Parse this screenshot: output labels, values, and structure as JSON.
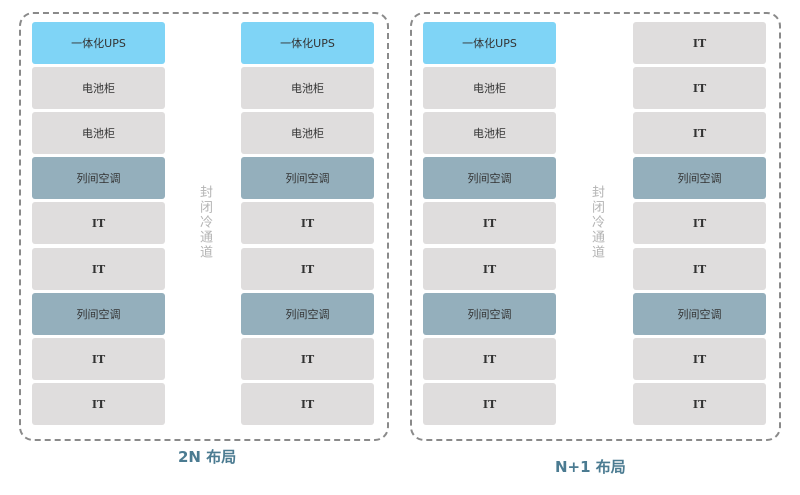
{
  "layouts": [
    {
      "caption": "2N 布局",
      "aisle_label": "封闭冷通道",
      "columns": [
        [
          "一体化UPS",
          "电池柜",
          "电池柜",
          "列间空调",
          "IT",
          "IT",
          "列间空调",
          "IT",
          "IT"
        ],
        [
          "一体化UPS",
          "电池柜",
          "电池柜",
          "列间空调",
          "IT",
          "IT",
          "列间空调",
          "IT",
          "IT"
        ]
      ]
    },
    {
      "caption": "N+1 布局",
      "aisle_label": "封闭冷通道",
      "columns": [
        [
          "一体化UPS",
          "电池柜",
          "电池柜",
          "列间空调",
          "IT",
          "IT",
          "列间空调",
          "IT",
          "IT"
        ],
        [
          "IT",
          "IT",
          "IT",
          "列间空调",
          "IT",
          "IT",
          "列间空调",
          "IT",
          "IT"
        ]
      ]
    }
  ],
  "colors": {
    "ups": "#7fd4f6",
    "battery": "#dfdddd",
    "ac": "#94afbc",
    "it": "#dfdddd",
    "caption": "#4b7b91"
  }
}
